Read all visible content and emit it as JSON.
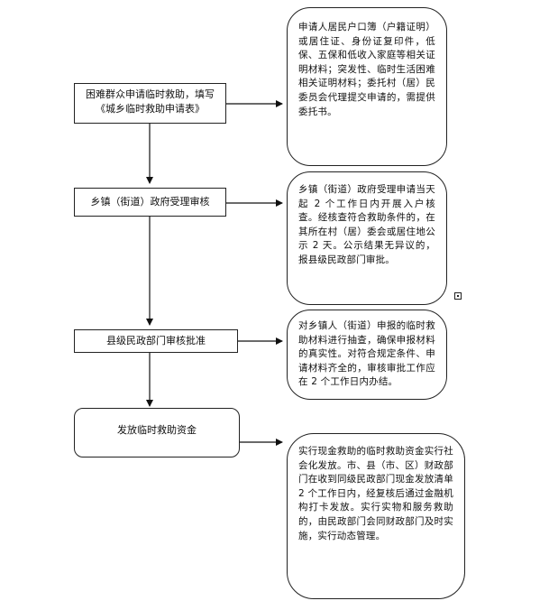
{
  "steps": [
    {
      "label": "困难群众申请临时救助，填写《城乡临时救助申请表》"
    },
    {
      "label": "乡镇（街道）政府受理审核"
    },
    {
      "label": "县级民政部门审核批准"
    },
    {
      "label": "发放临时救助资金"
    }
  ],
  "notes": [
    {
      "text": "申请人居民户口簿（户籍证明）或居住证、身份证复印件，低保、五保和低收入家庭等相关证明材料；突发性、临时生活困难相关证明材料；委托村（居）民委员会代理提交申请的，需提供委托书。"
    },
    {
      "text": "乡镇（街道）政府受理申请当天起 2 个工作日内开展入户核查。经核查符合救助条件的，在其所在村（居）委会或居住地公示 2 天。公示结果无异议的，报县级民政部门审批。"
    },
    {
      "text": "对乡镇人（街道）申报的临时救助材料进行抽查，确保申报材料的真实性。对符合规定条件、申请材料齐全的，审核审批工作应在 2 个工作日内办结。"
    },
    {
      "text": "实行现金救助的临时救助资金实行社会化发放。市、县（市、区）财政部门在收到同级民政部门现金发放清单 2 个工作日内，经复核后通过金融机构打卡发放。实行实物和服务救助的，由民政部门会同财政部门及时实施，实行动态管理。"
    }
  ]
}
